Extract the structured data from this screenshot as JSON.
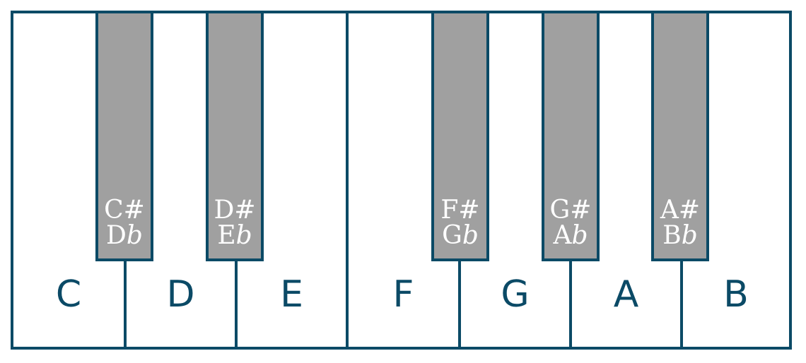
{
  "colors": {
    "outline": "#0b4a66",
    "black_key_fill": "#a0a0a0",
    "white_key_fill": "#ffffff",
    "black_key_text": "#ffffff"
  },
  "white_keys": [
    "C",
    "D",
    "E",
    "F",
    "G",
    "A",
    "B"
  ],
  "black_keys": [
    {
      "sharp": "C#",
      "flat_letter": "D",
      "flat_sign": "b"
    },
    {
      "sharp": "D#",
      "flat_letter": "E",
      "flat_sign": "b"
    },
    {
      "sharp": "F#",
      "flat_letter": "G",
      "flat_sign": "b"
    },
    {
      "sharp": "G#",
      "flat_letter": "A",
      "flat_sign": "b"
    },
    {
      "sharp": "A#",
      "flat_letter": "B",
      "flat_sign": "b"
    }
  ]
}
